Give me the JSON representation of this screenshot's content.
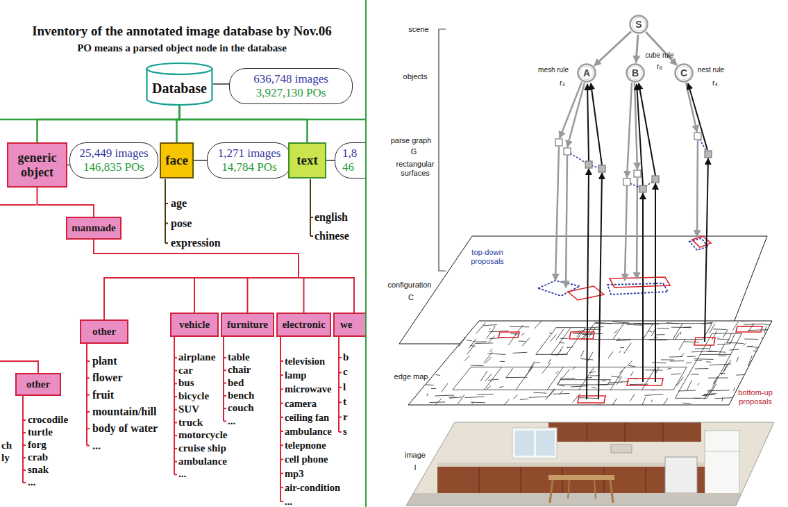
{
  "diagram": {
    "title": "Inventory of the annotated image database by Nov.06",
    "nodes": [
      {
        "text": [
          "Database"
        ]
      },
      {
        "text": [
          "636,748 images",
          "3,927,130 POs"
        ]
      },
      {
        "text": [
          "generic object"
        ]
      },
      {
        "text": [
          "25,449 images",
          "146,835 POs"
        ]
      },
      {
        "text": [
          "face"
        ]
      },
      {
        "text": [
          "1,271 images",
          "14,784 POs"
        ]
      },
      {
        "text": [
          "text"
        ]
      },
      {
        "text": [
          "1,8",
          "46"
        ]
      },
      {
        "text": [
          "manmade"
        ]
      },
      {
        "text": [
          "other"
        ]
      },
      {
        "text": [
          "vehicle"
        ]
      },
      {
        "text": [
          "furniture"
        ]
      },
      {
        "text": [
          "electronic"
        ]
      },
      {
        "text": [
          "we"
        ]
      },
      {
        "text": [
          "other"
        ]
      },
      {
        "text": [
          "S"
        ]
      },
      {
        "text": [
          "A"
        ]
      },
      {
        "text": [
          "B"
        ]
      },
      {
        "text": [
          "C"
        ]
      }
    ],
    "edges": [
      {
        "from": 0,
        "to": 1,
        "arrow": "none"
      },
      {
        "from": 0,
        "to": 2,
        "arrow": "none"
      },
      {
        "from": 0,
        "to": 4,
        "arrow": "none"
      },
      {
        "from": 0,
        "to": 6,
        "arrow": "none"
      },
      {
        "from": 2,
        "to": 3,
        "arrow": "none"
      },
      {
        "from": 4,
        "to": 5,
        "arrow": "none"
      },
      {
        "from": 6,
        "to": 7,
        "arrow": "none"
      },
      {
        "from": 2,
        "to": 8,
        "arrow": "none"
      },
      {
        "from": 8,
        "to": 9,
        "arrow": "none"
      },
      {
        "from": 8,
        "to": 10,
        "arrow": "none"
      },
      {
        "from": 8,
        "to": 11,
        "arrow": "none"
      },
      {
        "from": 8,
        "to": 12,
        "arrow": "none"
      },
      {
        "from": 8,
        "to": 13,
        "arrow": "none"
      },
      {
        "from": 15,
        "to": 16,
        "arrow": "to"
      },
      {
        "from": 15,
        "to": 17,
        "arrow": "to"
      },
      {
        "from": 15,
        "to": 18,
        "arrow": "to"
      }
    ],
    "labels": [
      "PO means a parsed object node in the database",
      "age",
      "pose",
      "expression",
      "english",
      "chinese",
      "plant",
      "flower",
      "fruit",
      "mountain/hill",
      "body of water",
      "...",
      "crocodile",
      "turtle",
      "forg",
      "crab",
      "snak",
      "...",
      "ch",
      "ly",
      "airplane",
      "car",
      "bus",
      "bicycle",
      "SUV",
      "truck",
      "motorcycle",
      "cruise ship",
      "ambulance",
      "...",
      "table",
      "chair",
      "bed",
      "bench",
      "couch",
      "...",
      "television",
      "lamp",
      "microwave",
      "camera",
      "ceiling fan",
      "ambulance",
      "telepnone",
      "cell phone",
      "mp3",
      "air-condition",
      "...",
      "b",
      "c",
      "l",
      "t",
      "r",
      "s",
      "scene",
      "objects",
      "parse graph",
      "G",
      "rectangular surfaces",
      "top-down proposals",
      "configuration",
      "C",
      "bottom-up proposals",
      "edge map",
      "image",
      "I",
      "mesh rule",
      "r₃",
      "cube rule",
      "r₆",
      "nest rule",
      "r₄"
    ]
  }
}
